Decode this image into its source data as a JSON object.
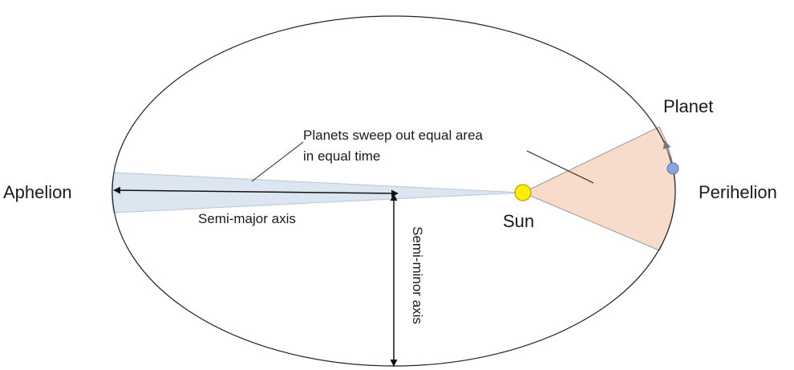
{
  "diagram": {
    "labels": {
      "aphelion": "Aphelion",
      "perihelion": "Perihelion",
      "planet": "Planet",
      "sun": "Sun",
      "semi_major_axis": "Semi-major axis",
      "semi_minor_axis": "Semi-minor axis"
    },
    "annotation": {
      "line1": "Planets sweep out equal area",
      "line2": "in equal time"
    },
    "colors": {
      "orbit": "#222222",
      "aphelion_sector": "#dce6f0",
      "perihelion_sector": "#f8dccb",
      "sun": "#ffee00",
      "sun_outline": "#b89a00",
      "planet": "#8aa4dc",
      "planet_outline": "#5570a8",
      "velocity_arrow": "#777777"
    }
  }
}
